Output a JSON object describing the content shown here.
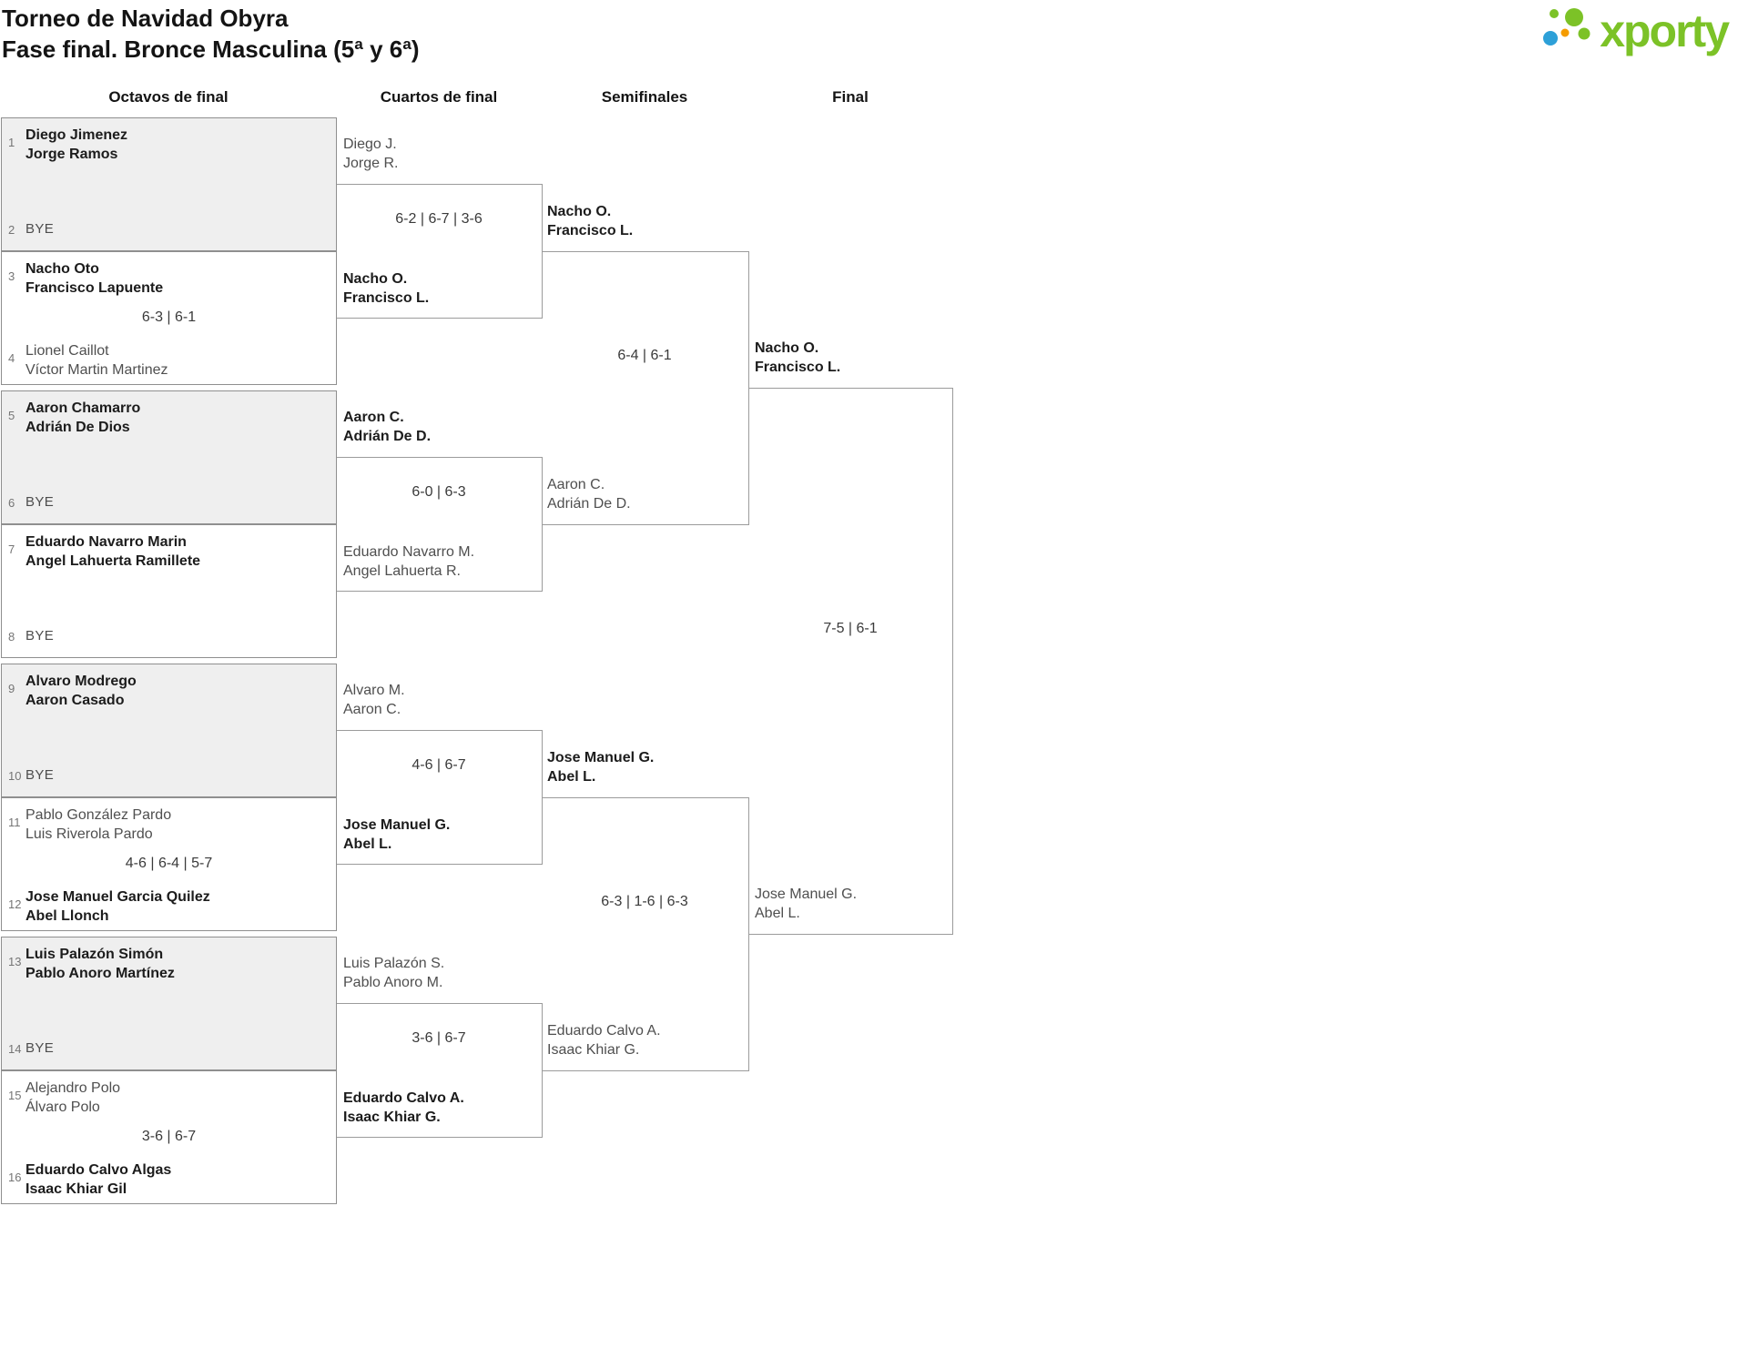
{
  "header": {
    "title": "Torneo de Navidad Obyra",
    "subtitle": "Fase final. Bronce Masculina (5ª y 6ª)"
  },
  "logo": {
    "text": "xporty",
    "green": "#7cc227",
    "blue": "#2da0d8",
    "orange": "#f59c00"
  },
  "round_headers": [
    "Octavos de final",
    "Cuartos de final",
    "Semifinales",
    "Final"
  ],
  "bracket": {
    "octavos": [
      {
        "shaded": true,
        "top": {
          "seed": "1",
          "line1": "Diego Jimenez",
          "line2": "Jorge Ramos",
          "winner": true
        },
        "bottom": {
          "seed": "2",
          "bye": "BYE"
        }
      },
      {
        "shaded": false,
        "top": {
          "seed": "3",
          "line1": "Nacho Oto",
          "line2": "Francisco Lapuente",
          "winner": true
        },
        "score": "6-3 | 6-1",
        "bottom": {
          "seed": "4",
          "line1": "Lionel Caillot",
          "line2": "Víctor Martin Martinez",
          "winner": false
        }
      },
      {
        "shaded": true,
        "top": {
          "seed": "5",
          "line1": "Aaron Chamarro",
          "line2": "Adrián De Dios",
          "winner": true
        },
        "bottom": {
          "seed": "6",
          "bye": "BYE"
        }
      },
      {
        "shaded": false,
        "top": {
          "seed": "7",
          "line1": "Eduardo Navarro Marin",
          "line2": "Angel Lahuerta Ramillete",
          "winner": true
        },
        "bottom": {
          "seed": "8",
          "bye": "BYE"
        }
      },
      {
        "shaded": true,
        "top": {
          "seed": "9",
          "line1": "Alvaro Modrego",
          "line2": "Aaron Casado",
          "winner": true
        },
        "bottom": {
          "seed": "10",
          "bye": "BYE"
        }
      },
      {
        "shaded": false,
        "top": {
          "seed": "11",
          "line1": "Pablo González Pardo",
          "line2": "Luis Riverola Pardo",
          "winner": false
        },
        "score": "4-6 | 6-4 | 5-7",
        "bottom": {
          "seed": "12",
          "line1": "Jose Manuel Garcia Quilez",
          "line2": "Abel Llonch",
          "winner": true
        }
      },
      {
        "shaded": true,
        "top": {
          "seed": "13",
          "line1": "Luis Palazón Simón",
          "line2": "Pablo Anoro Martínez",
          "winner": true
        },
        "bottom": {
          "seed": "14",
          "bye": "BYE"
        }
      },
      {
        "shaded": false,
        "top": {
          "seed": "15",
          "line1": "Alejandro Polo",
          "line2": "Álvaro Polo",
          "winner": false
        },
        "score": "3-6 | 6-7",
        "bottom": {
          "seed": "16",
          "line1": "Eduardo Calvo Algas",
          "line2": "Isaac Khiar Gil",
          "winner": true
        }
      }
    ],
    "cuartos": [
      {
        "top": {
          "line1": "Diego J.",
          "line2": "Jorge R.",
          "winner": false
        },
        "score": "6-2 | 6-7 | 3-6",
        "bottom": {
          "line1": "Nacho O.",
          "line2": "Francisco L.",
          "winner": true
        }
      },
      {
        "top": {
          "line1": "Aaron C.",
          "line2": "Adrián De D.",
          "winner": true
        },
        "score": "6-0 | 6-3",
        "bottom": {
          "line1": "Eduardo Navarro M.",
          "line2": "Angel Lahuerta R.",
          "winner": false
        }
      },
      {
        "top": {
          "line1": "Alvaro M.",
          "line2": "Aaron C.",
          "winner": false
        },
        "score": "4-6 | 6-7",
        "bottom": {
          "line1": "Jose Manuel G.",
          "line2": "Abel L.",
          "winner": true
        }
      },
      {
        "top": {
          "line1": "Luis Palazón S.",
          "line2": "Pablo Anoro M.",
          "winner": false
        },
        "score": "3-6 | 6-7",
        "bottom": {
          "line1": "Eduardo Calvo A.",
          "line2": "Isaac Khiar G.",
          "winner": true
        }
      }
    ],
    "semifinales": [
      {
        "top": {
          "line1": "Nacho O.",
          "line2": "Francisco L.",
          "winner": true
        },
        "score": "6-4 | 6-1",
        "bottom": {
          "line1": "Aaron C.",
          "line2": "Adrián De D.",
          "winner": false
        }
      },
      {
        "top": {
          "line1": "Jose Manuel G.",
          "line2": "Abel L.",
          "winner": true
        },
        "score": "6-3 | 1-6 | 6-3",
        "bottom": {
          "line1": "Eduardo Calvo A.",
          "line2": "Isaac Khiar G.",
          "winner": false
        }
      }
    ],
    "final": [
      {
        "top": {
          "line1": "Nacho O.",
          "line2": "Francisco L.",
          "winner": true
        },
        "score": "7-5 | 6-1",
        "bottom": {
          "line1": "Jose Manuel G.",
          "line2": "Abel L.",
          "winner": false
        }
      }
    ]
  }
}
